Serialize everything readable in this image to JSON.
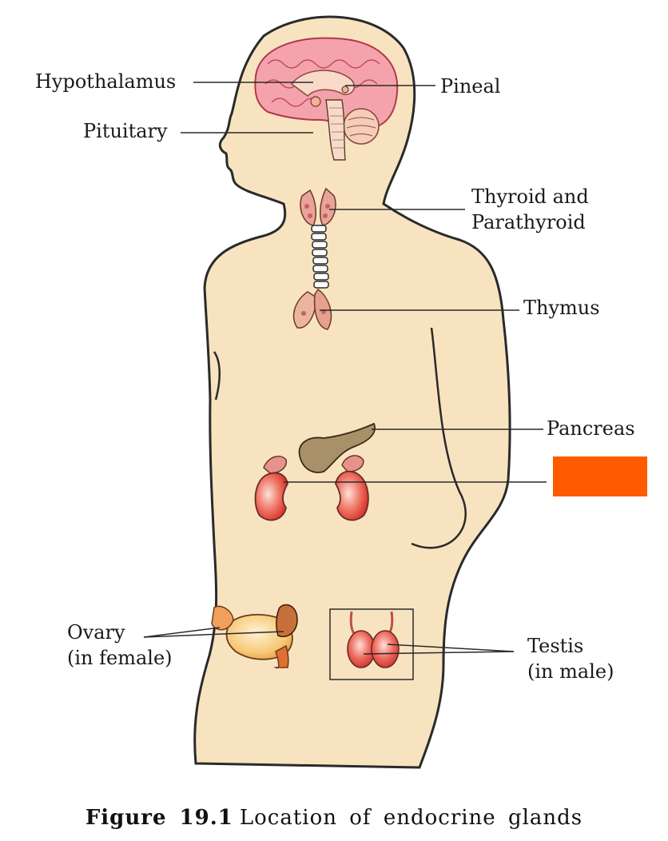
{
  "labels": {
    "hypothalamus": "Hypothalamus",
    "pineal": "Pineal",
    "pituitary": "Pituitary",
    "thyroid_line1": "Thyroid and",
    "thyroid_line2": "Parathyroid",
    "thymus": "Thymus",
    "pancreas": "Pancreas",
    "ovary_line1": "Ovary",
    "ovary_line2": "(in female)",
    "testis_line1": "Testis",
    "testis_line2": "(in male)"
  },
  "caption": {
    "figure_number": "Figure 19.1",
    "text": "Location of endocrine glands"
  },
  "colors": {
    "skin": "#f8e3c0",
    "outline": "#2a2a2a",
    "brain": "#f2a0a8",
    "gland_red": "#e8534a",
    "pancreas": "#a89068",
    "redacted_box": "#ff5a00"
  }
}
